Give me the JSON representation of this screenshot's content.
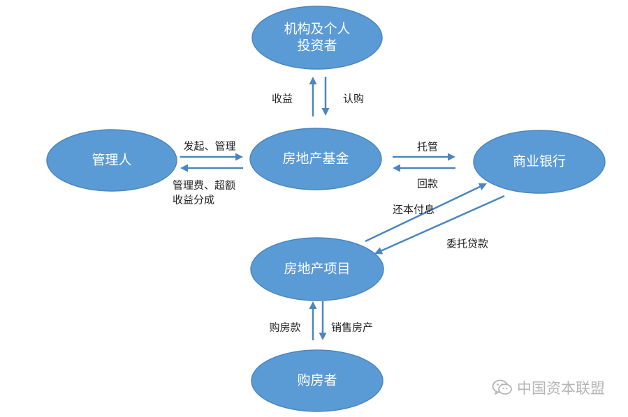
{
  "nodes": [
    {
      "id": "investors",
      "lines": [
        "机构及个人",
        "投资者"
      ]
    },
    {
      "id": "manager",
      "lines": [
        "管理人"
      ]
    },
    {
      "id": "fund",
      "lines": [
        "房地产基金"
      ]
    },
    {
      "id": "bank",
      "lines": [
        "商业银行"
      ]
    },
    {
      "id": "project",
      "lines": [
        "房地产项目"
      ]
    },
    {
      "id": "buyers",
      "lines": [
        "购房者"
      ]
    }
  ],
  "edges": [
    {
      "id": "fund-to-investors",
      "lines": [
        "收益"
      ]
    },
    {
      "id": "investors-to-fund",
      "lines": [
        "认购"
      ]
    },
    {
      "id": "manager-to-fund",
      "lines": [
        "发起、管理"
      ]
    },
    {
      "id": "fund-to-manager",
      "lines": [
        "管理费、超额",
        "收益分成"
      ]
    },
    {
      "id": "fund-to-bank",
      "lines": [
        "托管"
      ]
    },
    {
      "id": "bank-to-fund",
      "lines": [
        "回款"
      ]
    },
    {
      "id": "project-to-bank",
      "lines": [
        "还本付息"
      ]
    },
    {
      "id": "bank-to-project",
      "lines": [
        "委托贷款"
      ]
    },
    {
      "id": "buyers-to-project",
      "lines": [
        "购房款"
      ]
    },
    {
      "id": "project-to-buyers",
      "lines": [
        "销售房产"
      ]
    }
  ],
  "colors": {
    "node_fill": "#5b9bd5",
    "node_text": "#ffffff",
    "edge": "#4a86c0",
    "edge_text": "#222222",
    "watermark": "#b5b5b5"
  },
  "watermark": {
    "icon": "wechat-icon",
    "text": "中国资本联盟"
  }
}
